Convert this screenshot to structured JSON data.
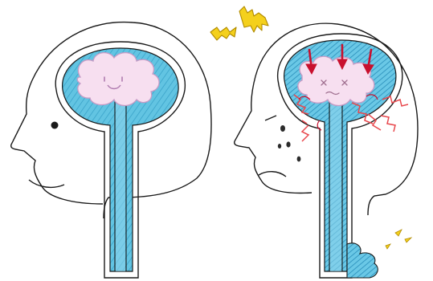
{
  "illustration": {
    "panels": [
      "normal-head",
      "low-csf-pressure-head"
    ]
  },
  "palette": {
    "outline": "#1a1a1a",
    "csf_blue": "#5bc3e0",
    "csf_blue_light": "#8fd6ec",
    "csf_blue_dark": "#3aa3c9",
    "brain_pink": "#f7dff0",
    "brain_outline": "#c59bc5",
    "arrow_red": "#c8102e",
    "pain_red": "#e8474c",
    "alert_yellow": "#f4d01c",
    "alert_outline": "#b08a00",
    "tear_blue": "#2b2b2b"
  },
  "icons": [
    "smile-face",
    "distressed-face",
    "down-arrows",
    "pain-zigzags",
    "lightning-bolts",
    "leak-sparks"
  ]
}
